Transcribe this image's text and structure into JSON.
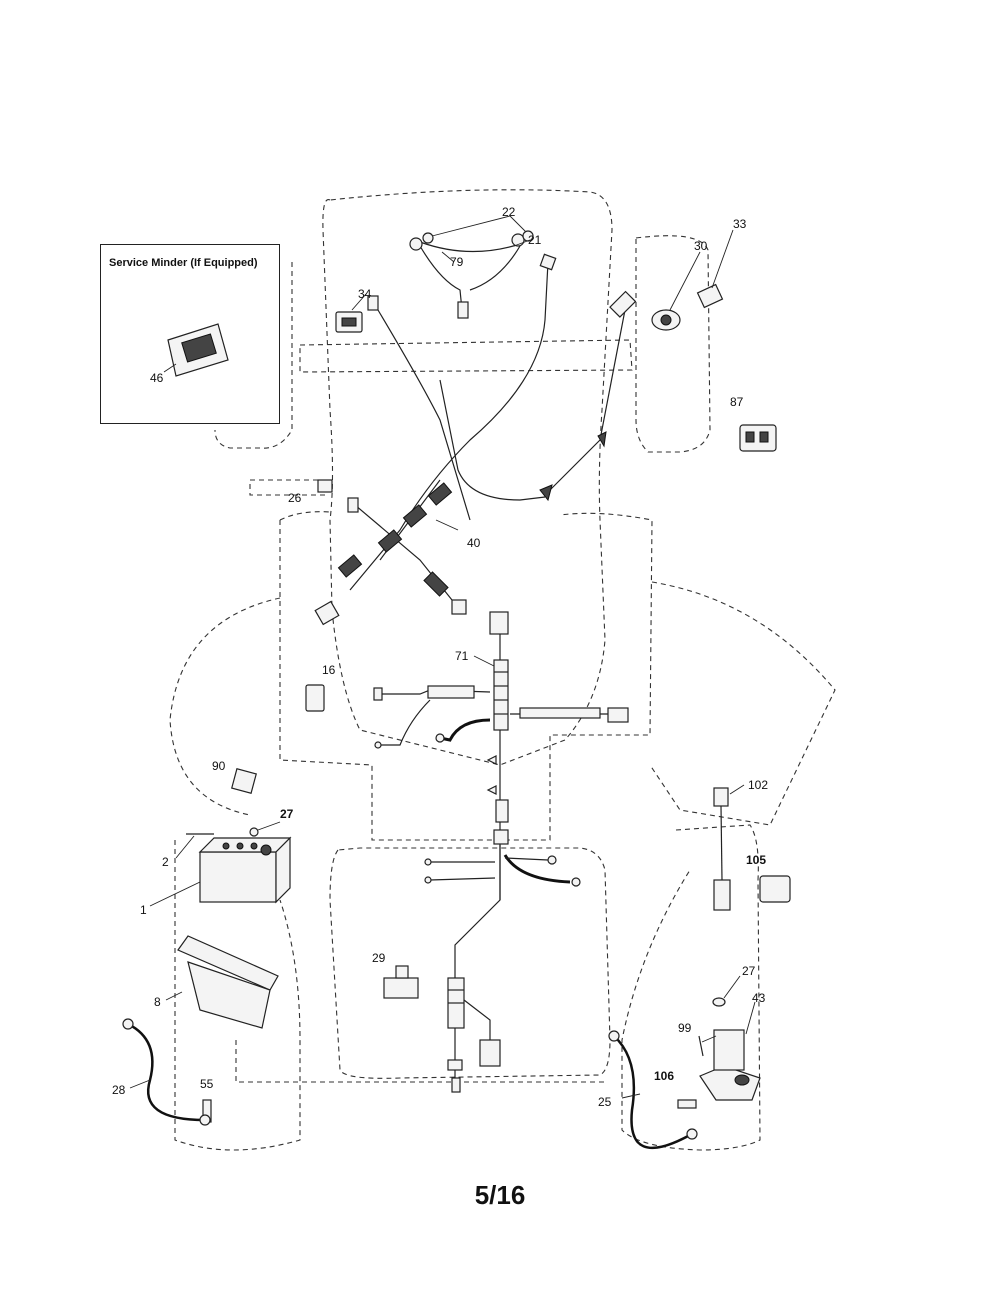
{
  "inset": {
    "title": "Service Minder (If Equipped)",
    "part": "46"
  },
  "page_number": "5/16",
  "callouts": {
    "c22": "22",
    "c79": "79",
    "c21": "21",
    "c33": "33",
    "c30": "30",
    "c34": "34",
    "c87": "87",
    "c26": "26",
    "c40": "40",
    "c71": "71",
    "c16": "16",
    "c90": "90",
    "c27a": "27",
    "c2": "2",
    "c1": "1",
    "c102": "102",
    "c105": "105",
    "c27b": "27",
    "c43": "43",
    "c99": "99",
    "c29": "29",
    "c8": "8",
    "c28": "28",
    "c55": "55",
    "c106": "106",
    "c25": "25"
  }
}
